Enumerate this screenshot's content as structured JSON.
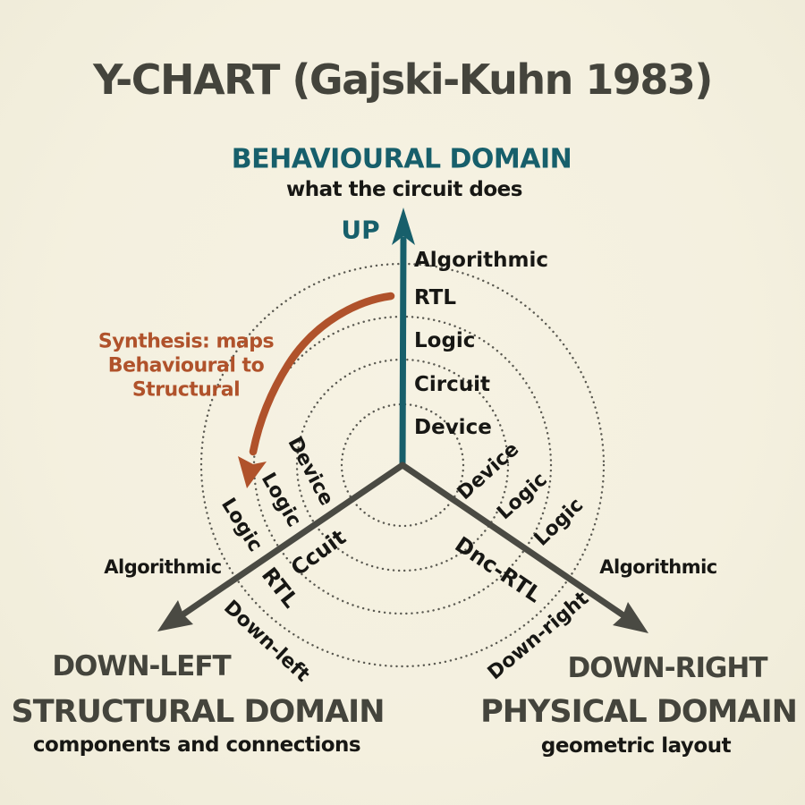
{
  "title": "Y-CHART (Gajski-Kuhn 1983)",
  "behavioural": {
    "domain_label": "BEHAVIOURAL DOMAIN",
    "description": "what the circuit does",
    "direction_label": "UP",
    "levels": [
      "Algorithmic",
      "RTL",
      "Logic",
      "Circuit",
      "Device"
    ]
  },
  "structural": {
    "domain_label": "STRUCTURAL DOMAIN",
    "description": "components and connections",
    "direction_heading": "DOWN-LEFT",
    "axis_direction_label": "Down-left",
    "levels_above_axis": [
      "Device",
      "Logic",
      "Logic"
    ],
    "levels_below_axis": [
      "Ccuit",
      "RTL"
    ],
    "outer_level": "Algorithmic"
  },
  "physical": {
    "domain_label": "PHYSICAL DOMAIN",
    "description": "geometric layout",
    "direction_heading": "DOWN-RIGHT",
    "axis_direction_label": "Down-right",
    "levels_above_axis": [
      "Device",
      "Logic",
      "Logic"
    ],
    "level_below_axis": "Dnc-RTL",
    "outer_level": "Algorithmic"
  },
  "synthesis_annotation": {
    "lines": [
      "Synthesis: maps",
      "Behavioural to",
      "Structural"
    ]
  },
  "colors": {
    "bg": "#f4f0df",
    "teal": "#175f6b",
    "orange": "#b0522b",
    "axis_gray": "#4a4a43",
    "heading_gray": "#44443c",
    "ink": "#171714",
    "dot_gray": "#4c4c44"
  }
}
